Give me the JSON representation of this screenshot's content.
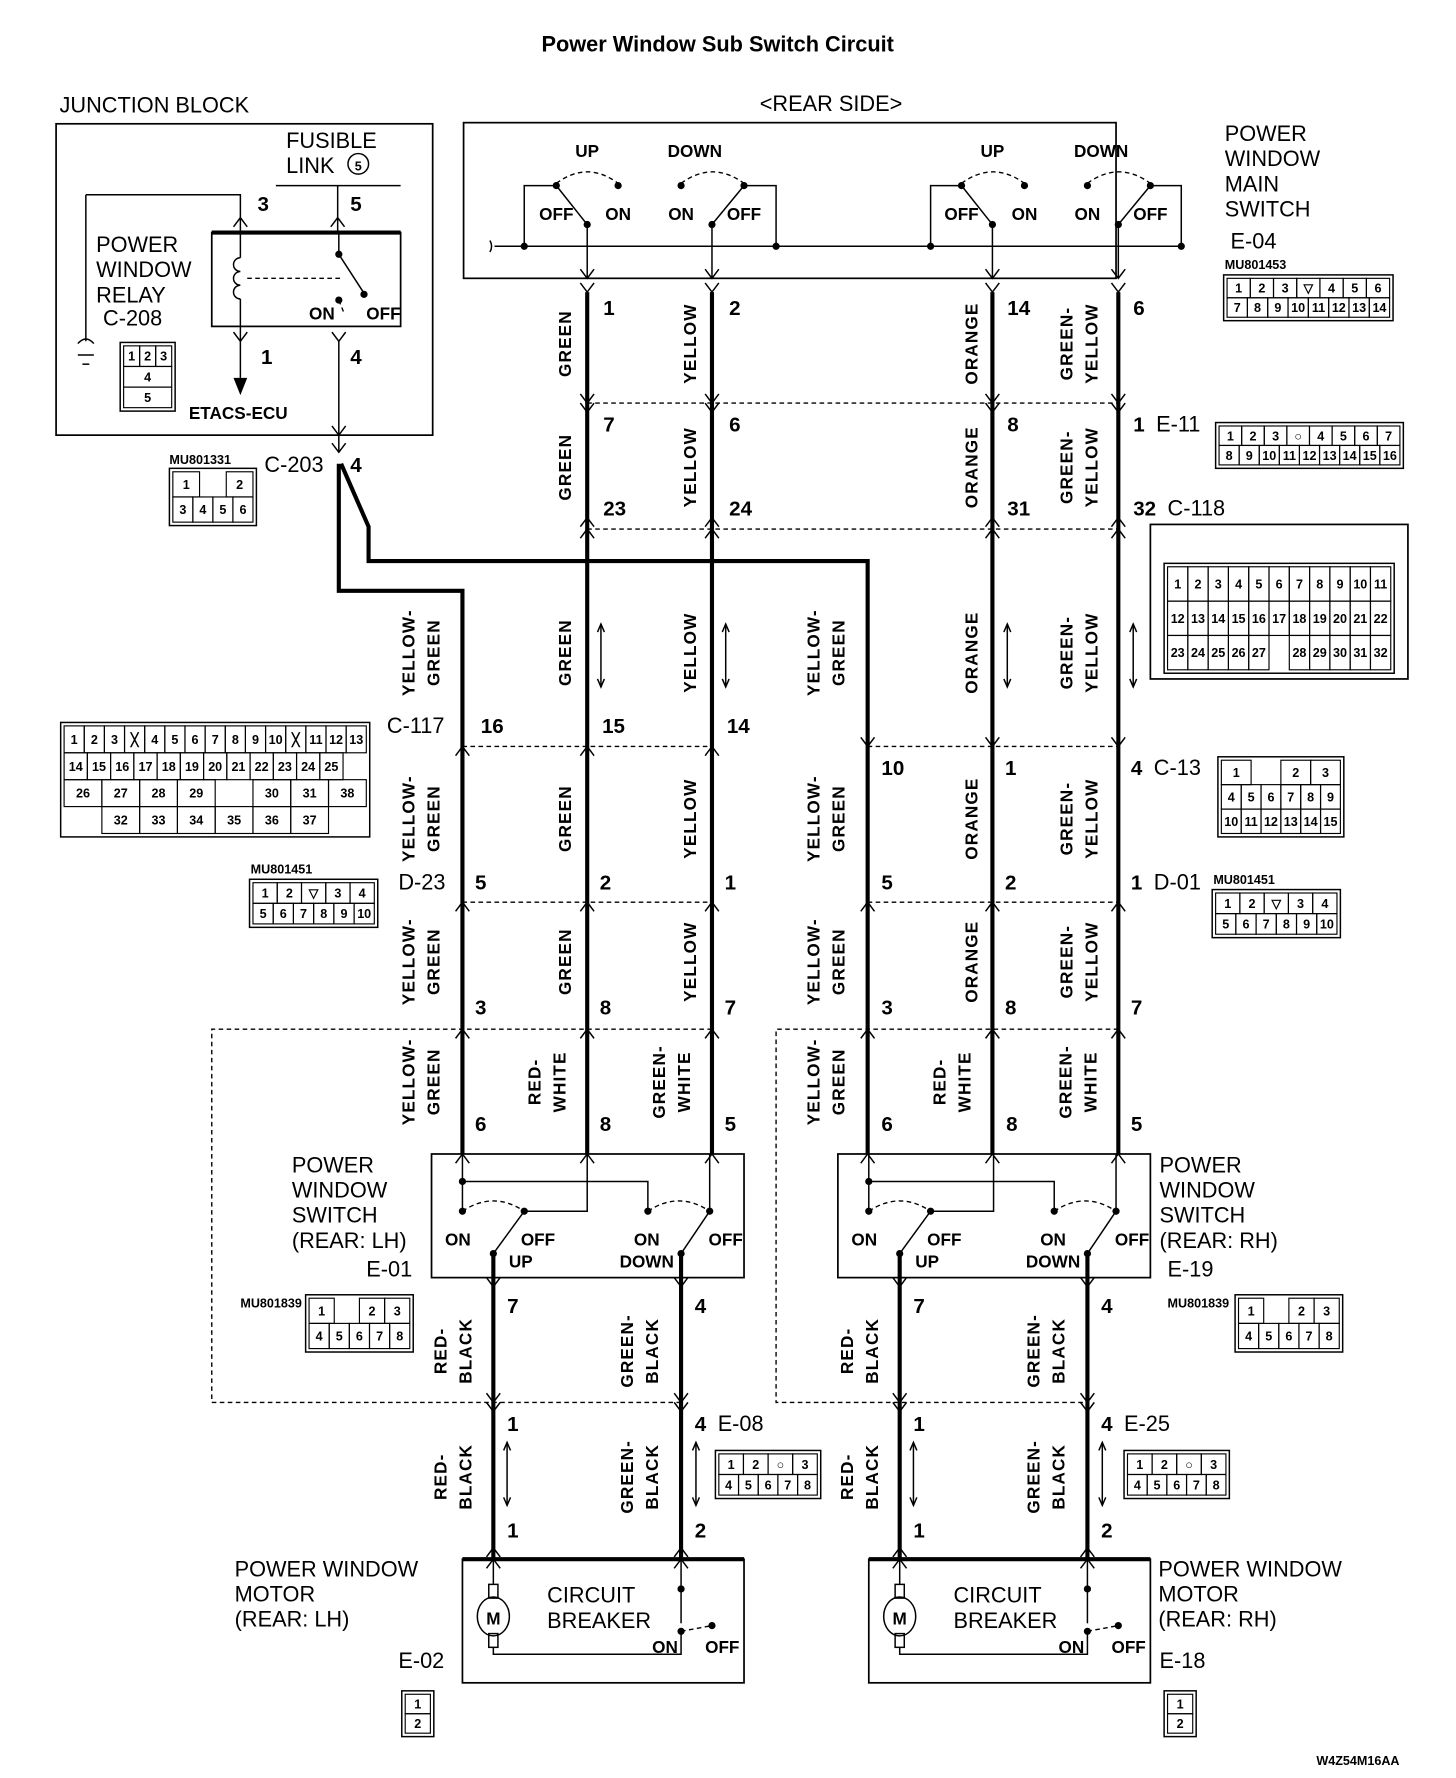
{
  "title": "Power Window Sub Switch Circuit",
  "rear_side": "<REAR SIDE>",
  "footer_code": "W4Z54M16AA",
  "junction_block": {
    "title": "JUNCTION BLOCK",
    "fusible_link": [
      "FUSIBLE",
      "LINK"
    ],
    "fusible_link_no": "5",
    "relay_name": [
      "POWER",
      "WINDOW",
      "RELAY"
    ],
    "pins": {
      "p3": "3",
      "p5": "5",
      "p1": "1",
      "p4": "4"
    },
    "on": "ON",
    "off": "OFF",
    "etacs": "ETACS-ECU"
  },
  "main_switch": {
    "name": [
      "POWER",
      "WINDOW",
      "MAIN",
      "SWITCH"
    ],
    "up": "UP",
    "down": "DOWN",
    "on": "ON",
    "off": "OFF"
  },
  "sub_switch_lh": {
    "name": [
      "POWER",
      "WINDOW",
      "SWITCH",
      "(REAR: LH)"
    ],
    "on": "ON",
    "off": "OFF",
    "up": "UP",
    "down": "DOWN"
  },
  "sub_switch_rh": {
    "name": [
      "POWER",
      "WINDOW",
      "SWITCH",
      "(REAR: RH)"
    ],
    "on": "ON",
    "off": "OFF",
    "up": "UP",
    "down": "DOWN"
  },
  "motor_lh": {
    "name": [
      "POWER WINDOW",
      "MOTOR",
      "(REAR: LH)"
    ],
    "breaker": [
      "CIRCUIT",
      "BREAKER"
    ],
    "motor_symbol": "M",
    "on": "ON",
    "off": "OFF"
  },
  "motor_rh": {
    "name": [
      "POWER WINDOW",
      "MOTOR",
      "(REAR: RH)"
    ],
    "breaker": [
      "CIRCUIT",
      "BREAKER"
    ],
    "motor_symbol": "M",
    "on": "ON",
    "off": "OFF"
  },
  "wire_colors": {
    "green": "GREEN",
    "yellow": "YELLOW",
    "orange": "ORANGE",
    "green_yellow": [
      "GREEN-",
      "YELLOW"
    ],
    "yellow_green": [
      "YELLOW-",
      "GREEN"
    ],
    "red_white": [
      "RED-",
      "WHITE"
    ],
    "green_white": [
      "GREEN-",
      "WHITE"
    ],
    "red_black": [
      "RED-",
      "BLACK"
    ],
    "green_black": [
      "GREEN-",
      "BLACK"
    ]
  },
  "connectors": {
    "C208": {
      "id": "C-208",
      "face": [
        [
          "1",
          "2",
          "3"
        ],
        [
          "4"
        ],
        [
          "5"
        ]
      ]
    },
    "C203": {
      "id": "C-203",
      "part_no": "MU801331",
      "pins": [
        "4"
      ],
      "face": [
        [
          "1",
          "",
          "2"
        ],
        [
          "3",
          "4",
          "5",
          "6"
        ]
      ]
    },
    "E04": {
      "id": "E-04",
      "part_no": "MU801453",
      "pins": [
        "1",
        "2",
        "14",
        "6"
      ],
      "face": [
        [
          "1",
          "2",
          "3",
          "▽",
          "4",
          "5",
          "6"
        ],
        [
          "7",
          "8",
          "9",
          "10",
          "11",
          "12",
          "13",
          "14"
        ]
      ]
    },
    "E11": {
      "id": "E-11",
      "pins": [
        "7",
        "6",
        "8",
        "1"
      ],
      "face": [
        [
          "1",
          "2",
          "3",
          "○",
          "4",
          "5",
          "6",
          "7"
        ],
        [
          "8",
          "9",
          "10",
          "11",
          "12",
          "13",
          "14",
          "15",
          "16"
        ]
      ]
    },
    "C118": {
      "id": "C-118",
      "pins": [
        "23",
        "24",
        "31",
        "32"
      ],
      "face": [
        [
          "1",
          "2",
          "3",
          "4",
          "5",
          "6",
          "7",
          "8",
          "9",
          "10",
          "11"
        ],
        [
          "12",
          "13",
          "14",
          "15",
          "16",
          "17",
          "18",
          "19",
          "20",
          "21",
          "22"
        ],
        [
          "23",
          "24",
          "25",
          "26",
          "27",
          "",
          "28",
          "29",
          "30",
          "31",
          "32"
        ]
      ]
    },
    "C117": {
      "id": "C-117",
      "pins": [
        "16",
        "15",
        "14"
      ],
      "face": [
        [
          "1",
          "2",
          "3",
          "╳",
          "4",
          "5",
          "6",
          "7",
          "8",
          "9",
          "10",
          "╳",
          "11",
          "12",
          "13"
        ],
        [
          "14",
          "15",
          "16",
          "17",
          "18",
          "19",
          "20",
          "21",
          "22",
          "23",
          "24",
          "25",
          ""
        ],
        [
          "26",
          "27",
          "28",
          "29",
          "",
          "30",
          "31",
          "38"
        ],
        [
          "",
          "32",
          "33",
          "34",
          "35",
          "36",
          "37",
          ""
        ]
      ]
    },
    "C13": {
      "id": "C-13",
      "pins": [
        "10",
        "1",
        "4"
      ],
      "face": [
        [
          "1",
          "",
          "2",
          "3"
        ],
        [
          "4",
          "5",
          "6",
          "7",
          "8",
          "9"
        ],
        [
          "10",
          "11",
          "12",
          "13",
          "14",
          "15"
        ]
      ]
    },
    "D23": {
      "id": "D-23",
      "part_no": "MU801451",
      "pins": [
        "5",
        "2",
        "1"
      ],
      "face": [
        [
          "1",
          "2",
          "▽",
          "3",
          "4"
        ],
        [
          "5",
          "6",
          "7",
          "8",
          "9",
          "10"
        ]
      ]
    },
    "D01": {
      "id": "D-01",
      "part_no": "MU801451",
      "pins": [
        "5",
        "2",
        "1"
      ],
      "face": [
        [
          "1",
          "2",
          "▽",
          "3",
          "4"
        ],
        [
          "5",
          "6",
          "7",
          "8",
          "9",
          "10"
        ]
      ]
    },
    "LH_JOINT": {
      "pins": [
        "3",
        "8",
        "7"
      ]
    },
    "RH_JOINT": {
      "pins": [
        "3",
        "8",
        "7"
      ]
    },
    "E01": {
      "id": "E-01",
      "part_no": "MU801839",
      "pins_top": [
        "6",
        "8",
        "5"
      ],
      "pins_bottom": [
        "7",
        "4"
      ],
      "face": [
        [
          "1",
          "",
          "2",
          "3"
        ],
        [
          "4",
          "5",
          "6",
          "7",
          "8"
        ]
      ]
    },
    "E19": {
      "id": "E-19",
      "part_no": "MU801839",
      "pins_top": [
        "6",
        "8",
        "5"
      ],
      "pins_bottom": [
        "7",
        "4"
      ],
      "face": [
        [
          "1",
          "",
          "2",
          "3"
        ],
        [
          "4",
          "5",
          "6",
          "7",
          "8"
        ]
      ]
    },
    "E08": {
      "id": "E-08",
      "pins": [
        "1",
        "4"
      ],
      "face": [
        [
          "1",
          "2",
          "○",
          "3"
        ],
        [
          "4",
          "5",
          "6",
          "7",
          "8"
        ]
      ]
    },
    "E25": {
      "id": "E-25",
      "pins": [
        "1",
        "4"
      ],
      "face": [
        [
          "1",
          "2",
          "○",
          "3"
        ],
        [
          "4",
          "5",
          "6",
          "7",
          "8"
        ]
      ]
    },
    "E02": {
      "id": "E-02",
      "pins": [
        "1",
        "2"
      ],
      "face": [
        [
          "1"
        ],
        [
          "2"
        ]
      ]
    },
    "E18": {
      "id": "E-18",
      "pins": [
        "1",
        "2"
      ],
      "face": [
        [
          "1"
        ],
        [
          "2"
        ]
      ]
    }
  }
}
